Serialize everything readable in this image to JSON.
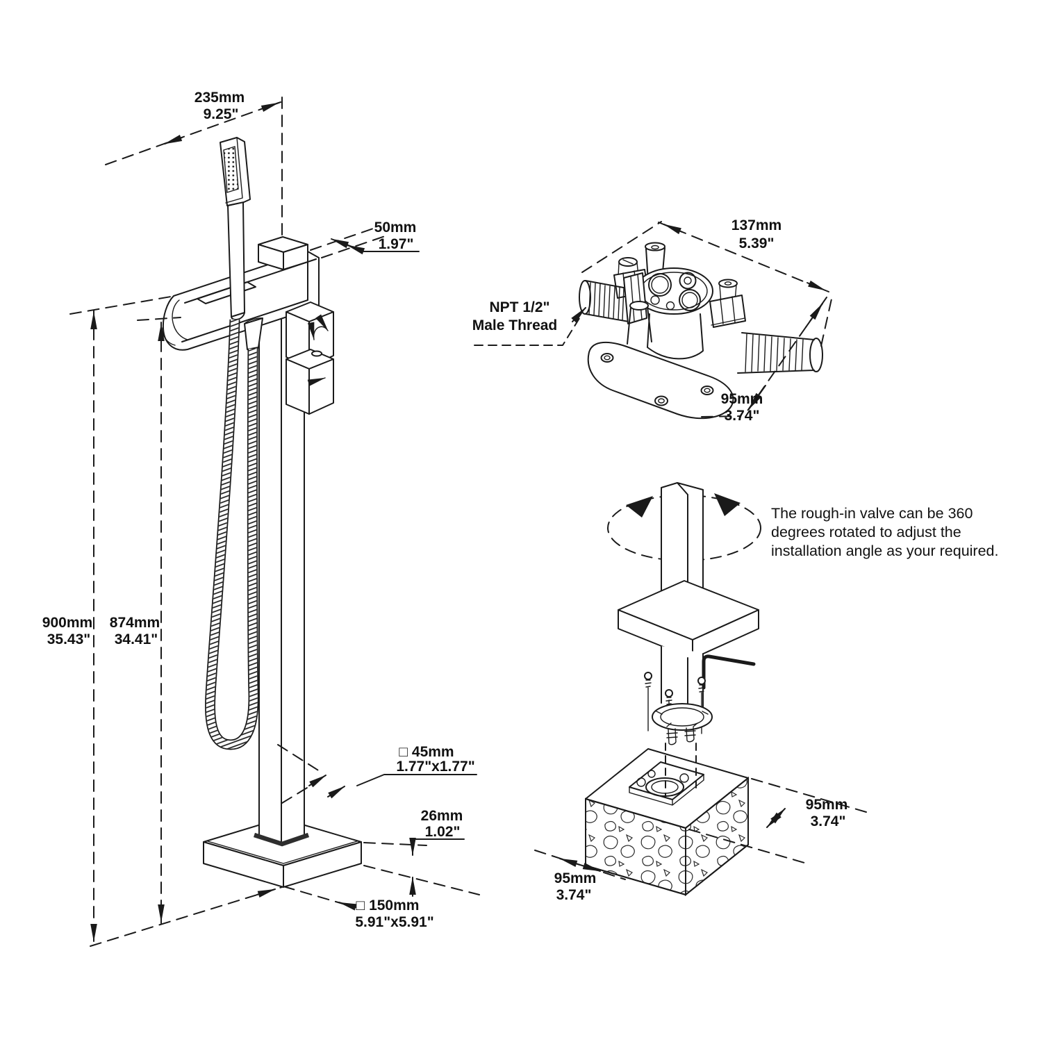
{
  "figure": {
    "background": "#ffffff",
    "line_color": "#1a1a1a"
  },
  "faucet_view": {
    "dim_spout_width_mm": "235mm",
    "dim_spout_width_in": "9.25\"",
    "dim_spout_depth_mm": "50mm",
    "dim_spout_depth_in": "1.97\"",
    "dim_total_height_mm": "900mm",
    "dim_total_height_in": "35.43\"",
    "dim_spout_height_mm": "874mm",
    "dim_spout_height_in": "34.41\"",
    "dim_column_mm": "□ 45mm",
    "dim_column_in": "1.77\"x1.77\"",
    "dim_base_thickness_mm": "26mm",
    "dim_base_thickness_in": "1.02\"",
    "dim_base_mm": "□ 150mm",
    "dim_base_in": "5.91\"x5.91\""
  },
  "valve_view": {
    "thread_label_line1": "NPT 1/2\"",
    "thread_label_line2": "Male Thread",
    "dim_length_mm": "137mm",
    "dim_length_in": "5.39\"",
    "dim_depth_mm": "95mm",
    "dim_depth_in": "3.74\""
  },
  "install_view": {
    "note_line1": "The rough-in valve can be 360",
    "note_line2": "degrees rotated to adjust the",
    "note_line3": "installation angle as your required.",
    "dim_floor_side_mm": "95mm",
    "dim_floor_side_in": "3.74\"",
    "dim_floor_front_mm": "95mm",
    "dim_floor_front_in": "3.74\""
  }
}
